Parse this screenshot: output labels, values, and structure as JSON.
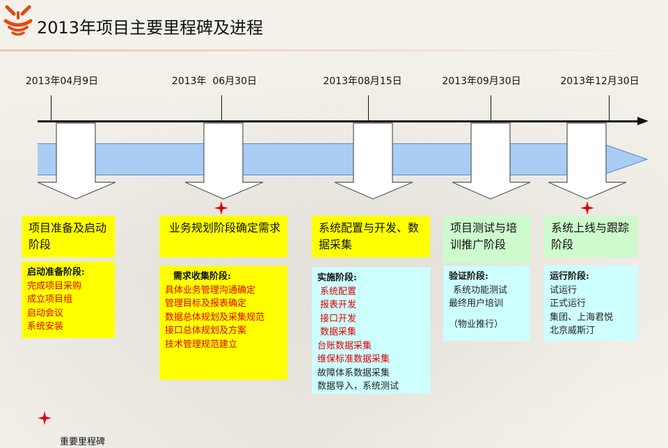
{
  "title": "2013年项目主要里程碑及进程",
  "colors": {
    "band_fill": "#a9cdf5",
    "stage_yellow": "#ffff00",
    "stage_green": "#cdfbcd",
    "detail_cyan": "#cdffff",
    "milestone_star": "#e00000",
    "logo_red": "#e8470f"
  },
  "icons": [
    "logo-icon",
    "milestone-star-icon"
  ],
  "timeline": {
    "dates": [
      "2013年04月9日",
      "2013年  06月30日",
      "2013年08月15日",
      "2013年09月30日",
      "2013年12月30日"
    ]
  },
  "stages": [
    "项目准备及启动阶段",
    "业务规划阶段确定需求",
    "系统配置与开发、数据采集",
    "项目测试与培训推广阶段",
    "系统上线与跟踪阶段"
  ],
  "details": [
    {
      "title": "启动准备阶段:",
      "items": [
        "完成项目采购",
        "成立项目组",
        "启动会议",
        "系统安装"
      ]
    },
    {
      "title": "需求收集阶段:",
      "items": [
        "具体业务管理沟通确定",
        "管理目标及报表确定",
        "数据总体规划及采集规范",
        "接口总体规划及方案",
        "技术管理规范建立"
      ]
    },
    {
      "title": "实施阶段:",
      "items": [
        "系统配置",
        "报表开发",
        "接口开发",
        "数据采集",
        "台账数据采集",
        "维保标准数据采集",
        "故障体系数据采集",
        "数据导入，系统测试"
      ]
    },
    {
      "title": "验证阶段:",
      "items": [
        "系统功能测试",
        "最终用户培训",
        "（物业推行）"
      ]
    },
    {
      "title": "运行阶段:",
      "items": [
        "试运行",
        "正式运行",
        "集团、上海君悦",
        "北京威斯汀"
      ]
    }
  ],
  "milestone_stages": [
    2,
    5
  ],
  "legend": {
    "label": "重要里程碑"
  }
}
